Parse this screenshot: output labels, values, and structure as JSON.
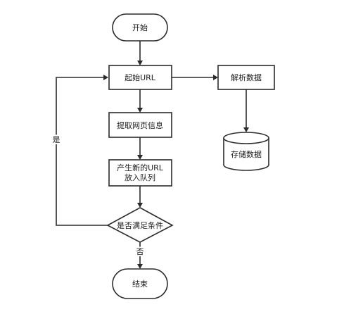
{
  "diagram": {
    "nodes": {
      "start": {
        "label": "开始"
      },
      "init_url": {
        "label": "起始URL"
      },
      "fetch": {
        "label": "提取网页信息"
      },
      "new_url_line1": {
        "label": "产生新的URL"
      },
      "new_url_line2": {
        "label": "放入队列"
      },
      "condition": {
        "label": "是否满足条件"
      },
      "end": {
        "label": "结束"
      },
      "parse": {
        "label": "解析数据"
      },
      "store": {
        "label": "存储数据"
      }
    },
    "edges": {
      "yes_label": "是",
      "no_label": "否"
    }
  }
}
